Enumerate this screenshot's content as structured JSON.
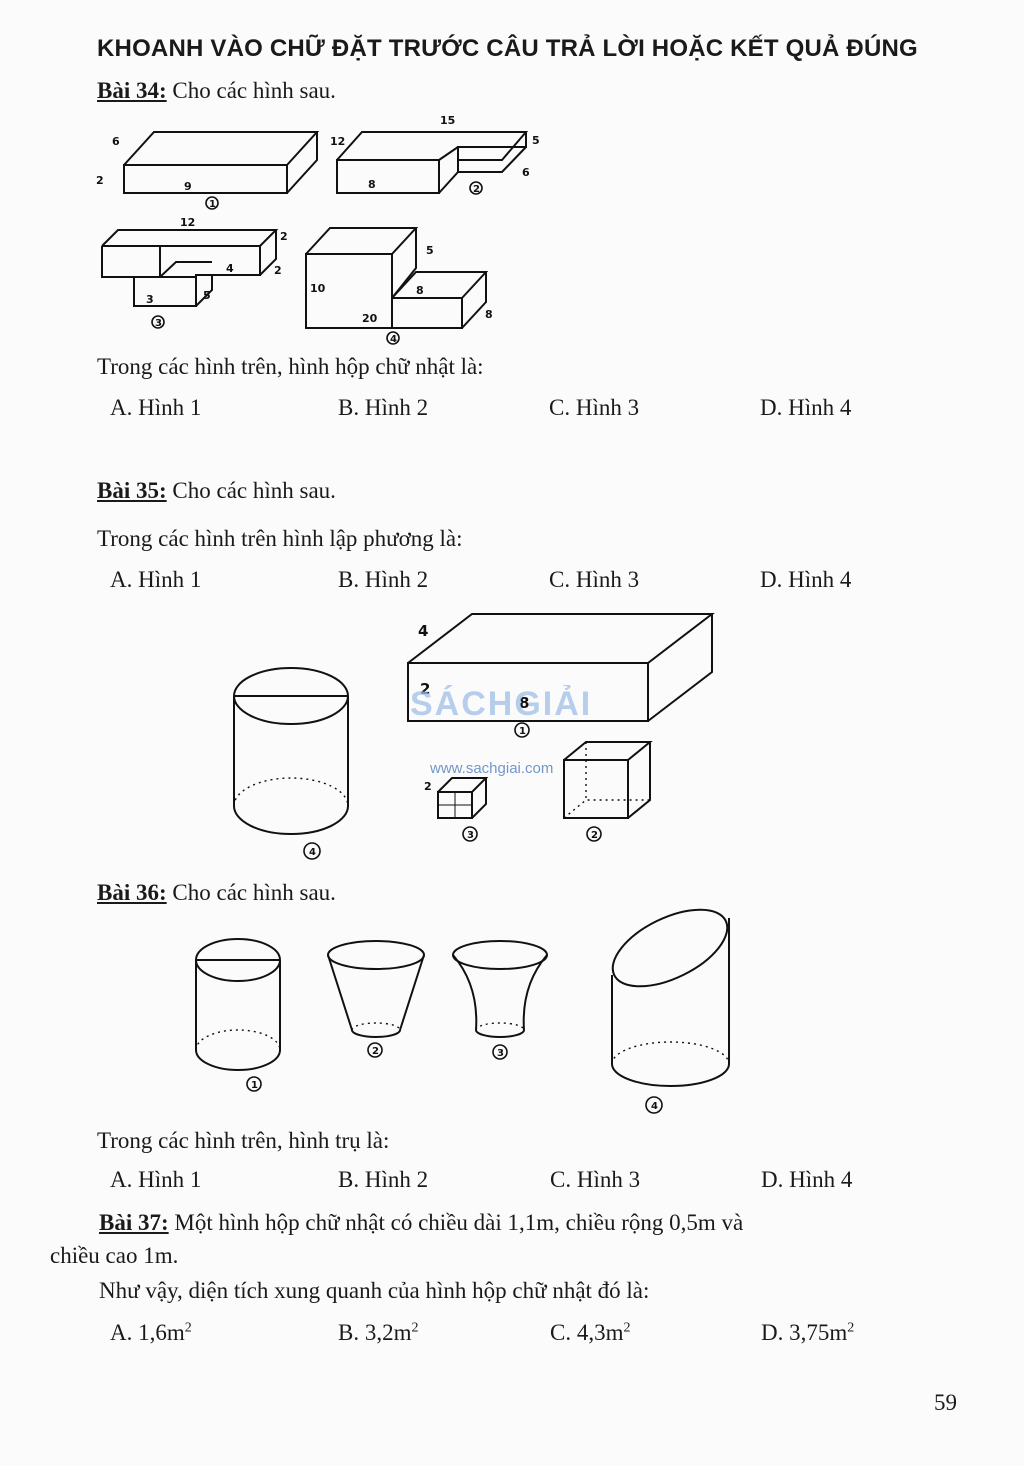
{
  "header": "KHOANH VÀO CHỮ ĐẶT TRƯỚC CÂU TRẢ LỜI HOẶC KẾT QUẢ ĐÚNG",
  "bai34": {
    "label": "Bài 34:",
    "text": " Cho các hình sau.",
    "question": "Trong các hình trên, hình hộp chữ nhật là:",
    "options": [
      "A. Hình 1",
      "B. Hình 2",
      "C. Hình 3",
      "D. Hình 4"
    ],
    "figure_labels": {
      "f1": [
        "6",
        "12",
        "2",
        "9",
        "1"
      ],
      "f2": [
        "15",
        "5",
        "6",
        "8",
        "2"
      ],
      "f3": [
        "12",
        "2",
        "4",
        "2",
        "3",
        "5",
        "3"
      ],
      "f4": [
        "5",
        "10",
        "8",
        "20",
        "8",
        "4"
      ]
    }
  },
  "bai35": {
    "label": "Bài 35:",
    "text": " Cho các hình sau.",
    "question": "Trong các hình trên hình lập phương là:",
    "options": [
      "A. Hình 1",
      "B. Hình 2",
      "C. Hình 3",
      "D. Hình 4"
    ],
    "figure_labels": [
      "4",
      "2",
      "8",
      "1",
      "2",
      "3",
      "2",
      "4"
    ]
  },
  "bai36": {
    "label": "Bài 36:",
    "text": " Cho các hình sau.",
    "question": "Trong các hình trên,  hình trụ là:",
    "options": [
      "A. Hình 1",
      "B. Hình 2",
      "C. Hình 3",
      "D. Hình 4"
    ],
    "figure_labels": [
      "1",
      "2",
      "3",
      "4"
    ]
  },
  "bai37": {
    "label": "Bài 37:",
    "text1": " Một hình hộp chữ nhật có chiều dài 1,1m, chiều rộng 0,5m và",
    "text2": "chiều cao 1m.",
    "question": "Như vậy, diện tích xung quanh của hình hộp chữ nhật đó là:",
    "options": [
      {
        "main": "A. 1,6m",
        "sup": "2"
      },
      {
        "main": "B. 3,2m",
        "sup": "2"
      },
      {
        "main": "C. 4,3m",
        "sup": "2"
      },
      {
        "main": "D. 3,75m",
        "sup": "2"
      }
    ]
  },
  "watermark": {
    "name": "SÁCHGIẢI",
    "url": "www.sachgiai.com"
  },
  "page_number": "59",
  "colors": {
    "text": "#1a1a1a",
    "watermark": "#9fbfe6",
    "bleed": "#d8d8d8"
  }
}
